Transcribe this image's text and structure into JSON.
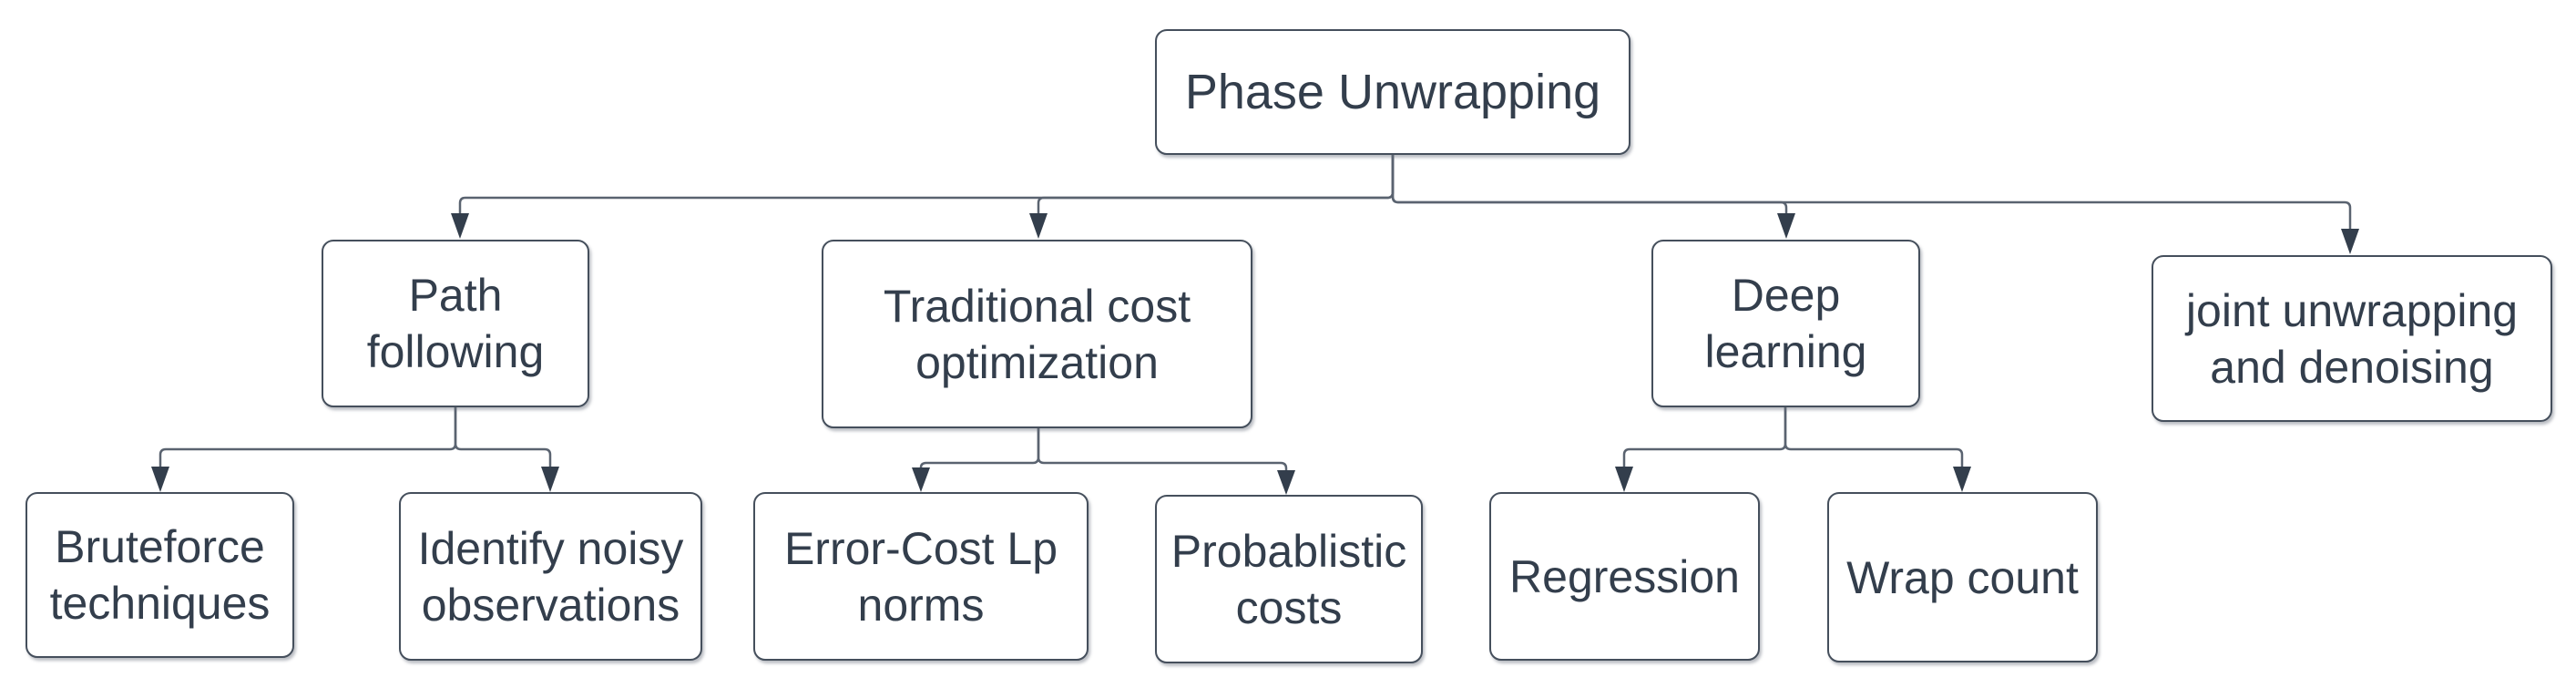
{
  "diagram": {
    "type": "flowchart-tree",
    "title": "Phase Unwrapping",
    "colors": {
      "background": "#ffffff",
      "node_fill": "#ffffff",
      "node_border": "#454f5c",
      "node_text": "#333e4c",
      "edge_line": "#5a6370",
      "arrow_fill": "#333e4c",
      "shadow": "rgba(101,109,123,0.45)"
    },
    "nodes": {
      "root": {
        "label": "Phase Unwrapping"
      },
      "path_following": {
        "label": "Path\nfollowing"
      },
      "traditional_cost": {
        "label": "Traditional cost\noptimization"
      },
      "deep_learning": {
        "label": "Deep\nlearning"
      },
      "joint_unwrapping": {
        "label": "joint unwrapping\nand denoising"
      },
      "bruteforce": {
        "label": "Bruteforce\ntechniques"
      },
      "identify_noisy": {
        "label": "Identify noisy\nobservations"
      },
      "error_cost": {
        "label": "Error-Cost Lp\nnorms"
      },
      "probablistic": {
        "label": "Probablistic\ncosts"
      },
      "regression": {
        "label": "Regression"
      },
      "wrap_count": {
        "label": "Wrap count"
      }
    },
    "edges": [
      {
        "from": "Phase Unwrapping",
        "to": "Path following"
      },
      {
        "from": "Phase Unwrapping",
        "to": "Traditional cost optimization"
      },
      {
        "from": "Phase Unwrapping",
        "to": "Deep learning"
      },
      {
        "from": "Phase Unwrapping",
        "to": "joint unwrapping and denoising"
      },
      {
        "from": "Path following",
        "to": "Bruteforce techniques"
      },
      {
        "from": "Path following",
        "to": "Identify noisy observations"
      },
      {
        "from": "Traditional cost optimization",
        "to": "Error-Cost Lp norms"
      },
      {
        "from": "Traditional cost optimization",
        "to": "Probablistic costs"
      },
      {
        "from": "Deep learning",
        "to": "Regression"
      },
      {
        "from": "Deep learning",
        "to": "Wrap count"
      }
    ]
  }
}
